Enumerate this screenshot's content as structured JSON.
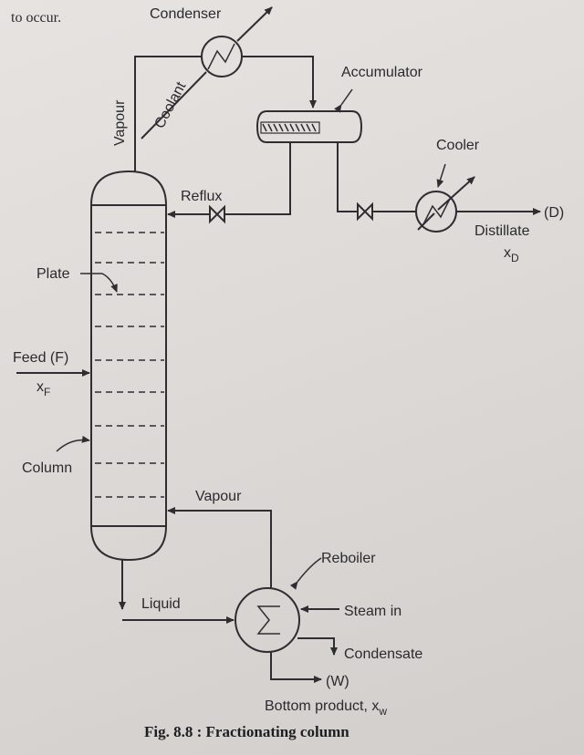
{
  "header_text": "to occur.",
  "labels": {
    "condenser": "Condenser",
    "coolant": "Coolant",
    "vapour_top": "Vapour",
    "accumulator": "Accumulator",
    "cooler": "Cooler",
    "reflux": "Reflux",
    "distillate_d": "(D)",
    "distillate": "Distillate",
    "xd_main": "x",
    "xd_sub": "D",
    "plate": "Plate",
    "feed": "Feed (F)",
    "xf_main": "x",
    "xf_sub": "F",
    "column": "Column",
    "vapour_bottom": "Vapour",
    "reboiler": "Reboiler",
    "liquid": "Liquid",
    "steam_in": "Steam in",
    "condensate": "Condensate",
    "w": "(W)",
    "bottom_product": "Bottom product, x",
    "bottom_sub": "w"
  },
  "caption": "Fig. 8.8 : Fractionating column"
}
